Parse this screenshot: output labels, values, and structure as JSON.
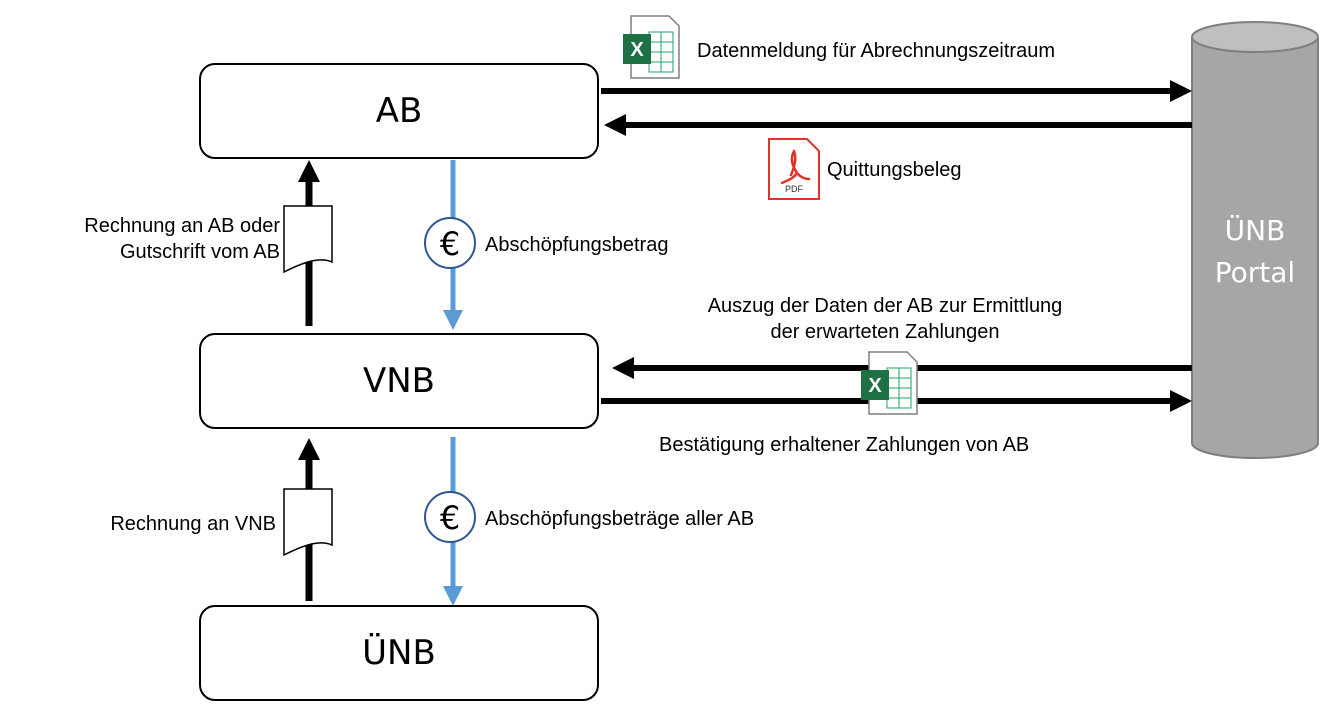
{
  "boxes": {
    "ab": "AB",
    "vnb": "VNB",
    "uenb": "ÜNB"
  },
  "portal": {
    "line1": "ÜNB",
    "line2": "Portal"
  },
  "labels": {
    "datenmeldung": "Datenmeldung für Abrechnungszeitraum",
    "quittungsbeleg": "Quittungsbeleg",
    "rechnung_ab_line1": "Rechnung an AB oder",
    "rechnung_ab_line2": "Gutschrift vom AB",
    "abschoepfungsbetrag": "Abschöpfungsbetrag",
    "auszug_line1": "Auszug der Daten der AB zur Ermittlung",
    "auszug_line2": "der erwarteten Zahlungen",
    "bestaetigung": "Bestätigung erhaltener Zahlungen von AB",
    "rechnung_vnb": "Rechnung an VNB",
    "abschoepfungsbetraege": "Abschöpfungsbeträge aller AB"
  },
  "icons": {
    "excel_top": "excel-file-icon",
    "pdf": "pdf-file-icon",
    "excel_mid": "excel-file-icon",
    "euro_symbol": "€",
    "pdf_text": "PDF",
    "excel_letter": "X"
  },
  "colors": {
    "money_flow": "#5b9bd5",
    "portal_fill": "#a6a6a6",
    "excel_green": "#1e7145",
    "pdf_red": "#e0342a"
  }
}
